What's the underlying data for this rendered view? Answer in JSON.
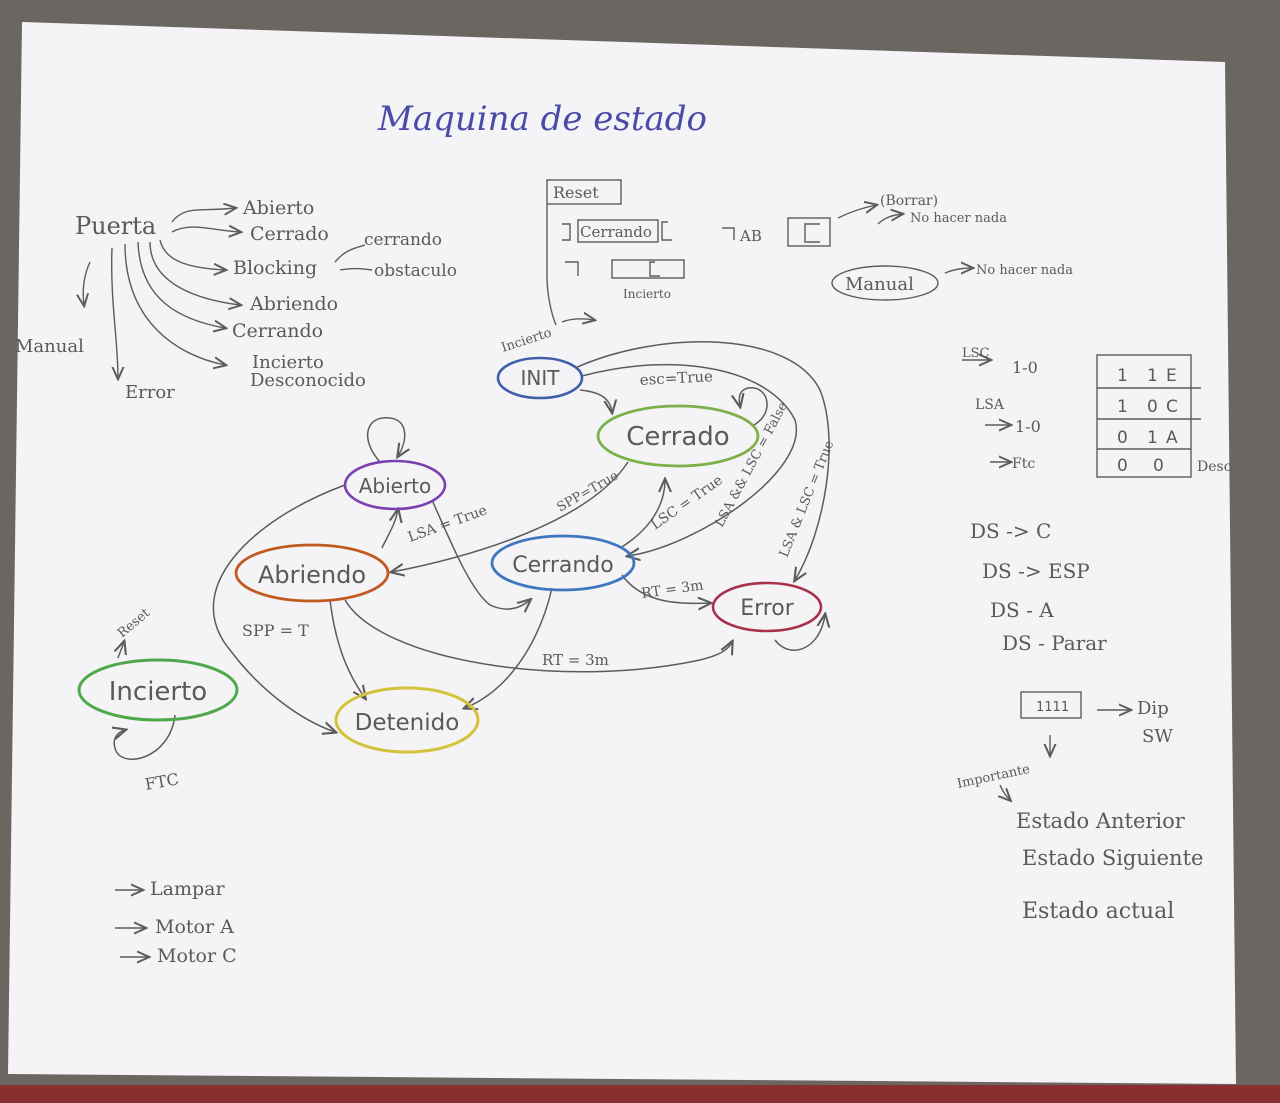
{
  "title": "Maquina de estado",
  "colors": {
    "ink_title": "#4a4aa8",
    "pencil": "#5c5c5c",
    "init": "#3f5fa8",
    "cerrado": "#7bb04a",
    "abierto": "#7a3fb0",
    "abriendo": "#c05a22",
    "cerrando": "#3f77c0",
    "error": "#a8324a",
    "incierto": "#4fa84a",
    "detenido": "#d4c23a"
  },
  "tree": {
    "root": "Puerta",
    "children": [
      "Abierto",
      "Cerrado",
      "Blocking",
      "Abriendo",
      "Cerrando",
      "Incierto",
      "Desconocido"
    ],
    "blocking_causes": [
      "cerrando",
      "obstaculo"
    ],
    "side_labels": [
      "Manual",
      "Error"
    ]
  },
  "reset_box": {
    "label": "Reset",
    "cells": [
      "Cerrando"
    ],
    "ab_label": "AB",
    "incierto_label": "Incierto",
    "init_label": "Incierto"
  },
  "notes_right": {
    "borrar": "(Borrar)",
    "no_hacer_1": "No hacer nada",
    "manual": "Manual",
    "no_hacer_2": "No hacer nada"
  },
  "sensor_table": {
    "labels": [
      "LSC",
      "1-0",
      "LSA",
      "1-0",
      "Ftc"
    ],
    "rows": [
      [
        "1",
        "1",
        "E"
      ],
      [
        "1",
        "0",
        "C"
      ],
      [
        "0",
        "1",
        "A"
      ],
      [
        "0",
        "0",
        ""
      ]
    ],
    "side_label": "Desc"
  },
  "ds_list": [
    "DS -> C",
    "DS -> ESP",
    "DS - A",
    "DS - Parar"
  ],
  "dip": {
    "box": "1111",
    "label_1": "Dip",
    "label_2": "SW"
  },
  "importante": {
    "label": "Importante",
    "items": [
      "Estado Anterior",
      "Estado Siguiente",
      "Estado actual"
    ]
  },
  "outputs": [
    "Lampar",
    "Motor A",
    "Motor C"
  ],
  "states": {
    "init": "INIT",
    "cerrado": "Cerrado",
    "abierto": "Abierto",
    "abriendo": "Abriendo",
    "cerrando": "Cerrando",
    "error": "Error",
    "incierto": "Incierto",
    "detenido": "Detenido"
  },
  "transitions": {
    "init_cerrado": "esc=True",
    "abierto_lsa": "LSA = True",
    "spp_true": "SPP=True",
    "lsc_true": "LSC = True",
    "lsa_lsc_false": "LSA && LSC = False",
    "lsa_lsc_true": "LSA & LSC = True",
    "rt_cerrando": "RT = 3m",
    "spp_abriendo": "SPP = T",
    "rt_abriendo": "RT = 3m",
    "reset_incierto": "Reset",
    "ftc": "FTC",
    "incierto_arrow": "Incierto"
  }
}
